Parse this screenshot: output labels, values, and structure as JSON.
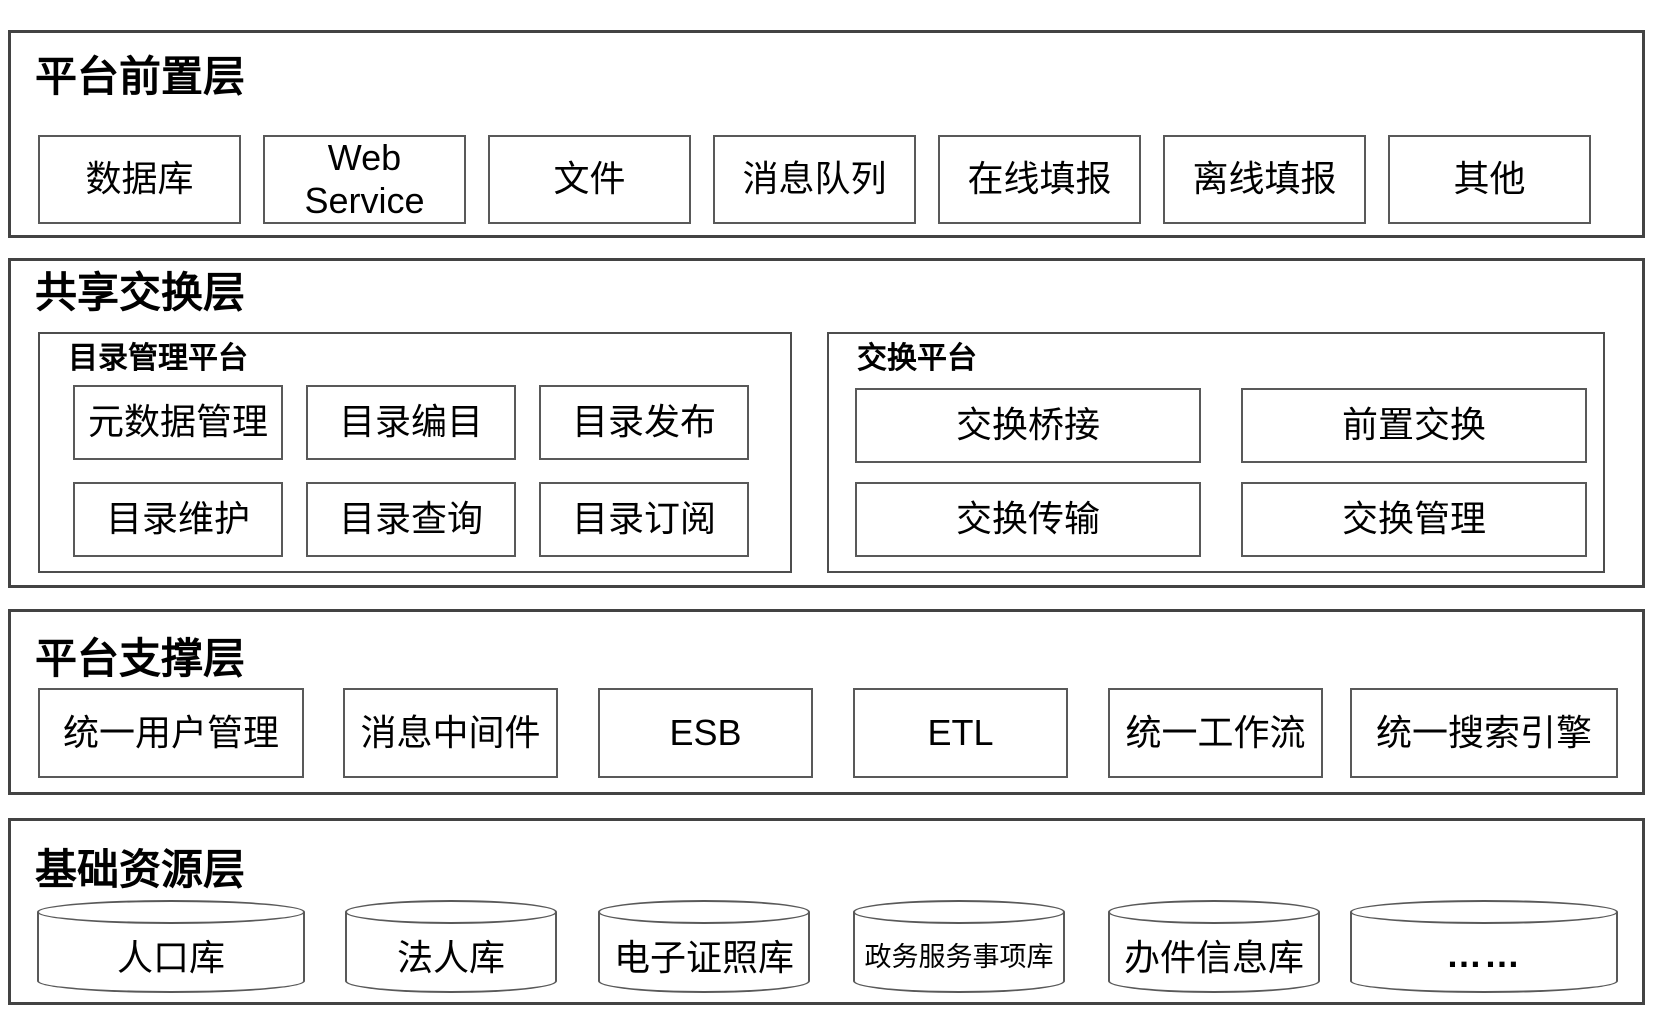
{
  "layers": {
    "front": {
      "title": "平台前置层",
      "boxes": [
        "数据库",
        "Web\nService",
        "文件",
        "消息队列",
        "在线填报",
        "离线填报",
        "其他"
      ]
    },
    "exchange": {
      "title": "共享交换层",
      "catalog_platform": {
        "title": "目录管理平台",
        "boxes": [
          "元数据管理",
          "目录编目",
          "目录发布",
          "目录维护",
          "目录查询",
          "目录订阅"
        ]
      },
      "exchange_platform": {
        "title": "交换平台",
        "boxes": [
          "交换桥接",
          "前置交换",
          "交换传输",
          "交换管理"
        ]
      }
    },
    "support": {
      "title": "平台支撑层",
      "boxes": [
        "统一用户管理",
        "消息中间件",
        "ESB",
        "ETL",
        "统一工作流",
        "统一搜索引擎"
      ]
    },
    "resource": {
      "title": "基础资源层",
      "cylinders": [
        "人口库",
        "法人库",
        "电子证照库",
        "政务服务事项库",
        "办件信息库",
        "……"
      ]
    }
  },
  "colors": {
    "background": "#ffffff",
    "outer_border": "#434343",
    "inner_border": "#595959",
    "text": "#000000"
  }
}
